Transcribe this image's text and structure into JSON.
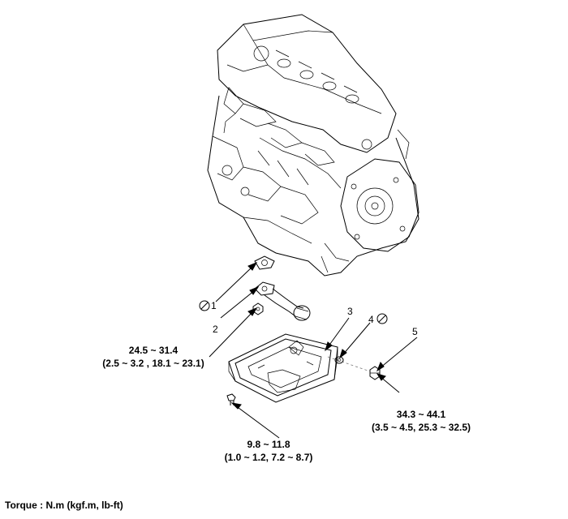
{
  "callouts": {
    "c1": "1",
    "c2": "2",
    "c3": "3",
    "c4": "4",
    "c5": "5"
  },
  "torques": {
    "t_oil_screen_line1": "24.5 ~ 31.4",
    "t_oil_screen_line2": "(2.5 ~ 3.2 , 18.1 ~ 23.1)",
    "t_drain_plug_line1": "34.3 ~ 44.1",
    "t_drain_plug_line2": "(3.5 ~ 4.5, 25.3 ~ 32.5)",
    "t_pan_bolt_line1": "9.8 ~ 11.8",
    "t_pan_bolt_line2": "(1.0 ~ 1.2, 7.2 ~ 8.7)"
  },
  "footer": {
    "torque_unit": "Torque : N.m (kgf.m, lb-ft)"
  },
  "icons": {
    "no_reuse": "do-not-reuse-icon"
  }
}
